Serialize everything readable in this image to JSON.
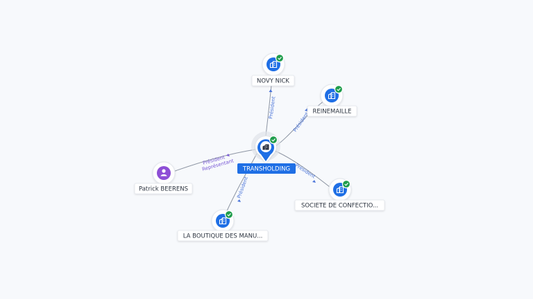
{
  "center": {
    "label": "TRANSHOLDING",
    "icon": "building-icon",
    "verified": true
  },
  "nodes": [
    {
      "id": "novy",
      "label": "NOVY NICK",
      "icon": "building-icon",
      "verified": true
    },
    {
      "id": "reine",
      "label": "REINEMAILLE",
      "icon": "building-icon",
      "verified": true
    },
    {
      "id": "societe",
      "label": "SOCIETE DE CONFECTIO...",
      "icon": "building-icon",
      "verified": true
    },
    {
      "id": "boutique",
      "label": "LA BOUTIQUE DES MANU...",
      "icon": "building-icon",
      "verified": true
    },
    {
      "id": "patrick",
      "label": "Patrick BEERENS",
      "icon": "person-icon",
      "verified": false
    }
  ],
  "edges": [
    {
      "to": "novy",
      "label": "Président"
    },
    {
      "to": "reine",
      "label": "Président"
    },
    {
      "to": "societe",
      "label": "Président"
    },
    {
      "to": "boutique",
      "label": "Président"
    },
    {
      "to": "patrick",
      "label": "Président",
      "label2": "Représentant"
    }
  ],
  "colors": {
    "company": "#1f6fe5",
    "person": "#8e4fd6",
    "verified": "#1f9d4c",
    "edge_label": "#4a74d9",
    "person_edge_label": "#7b5cd6"
  }
}
